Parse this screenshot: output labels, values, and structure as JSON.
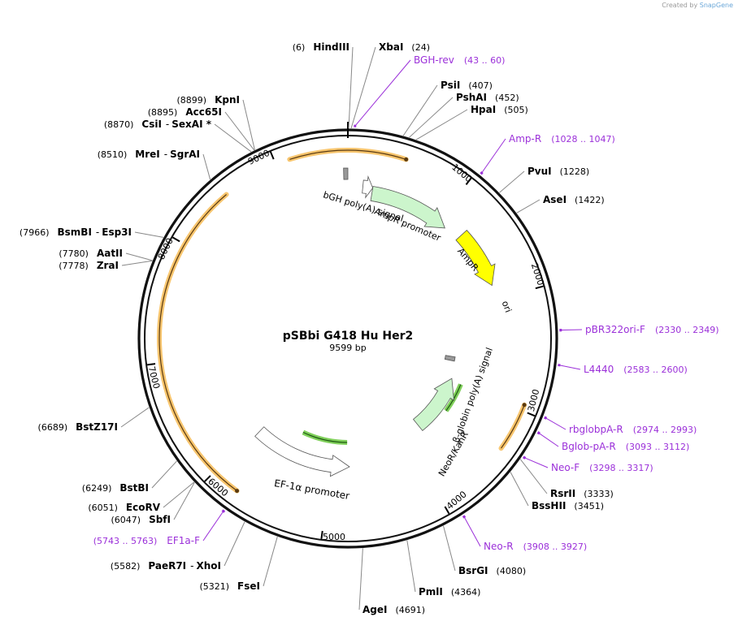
{
  "credit": {
    "prefix": "Created by",
    "brand": "SnapGene"
  },
  "plasmid": {
    "name": "pSBbi G418 Hu Her2",
    "size_label": "9599 bp",
    "total_bp": 9599
  },
  "ticks": [
    {
      "pos": 1000,
      "label": "1000"
    },
    {
      "pos": 2000,
      "label": "2000"
    },
    {
      "pos": 3000,
      "label": "3000"
    },
    {
      "pos": 4000,
      "label": "4000"
    },
    {
      "pos": 5000,
      "label": "5000"
    },
    {
      "pos": 6000,
      "label": "6000"
    },
    {
      "pos": 7000,
      "label": "7000"
    },
    {
      "pos": 8000,
      "label": "8000"
    },
    {
      "pos": 9000,
      "label": "9000"
    }
  ],
  "enzymes": [
    {
      "name": "HindIII",
      "pos_label": "(6)",
      "pos": 6
    },
    {
      "name": "XbaI",
      "pos_label": "(24)",
      "pos": 24
    },
    {
      "name": "PsiI",
      "pos_label": "(407)",
      "pos": 407
    },
    {
      "name": "PshAI",
      "pos_label": "(452)",
      "pos": 452
    },
    {
      "name": "HpaI",
      "pos_label": "(505)",
      "pos": 505
    },
    {
      "name": "PvuI",
      "pos_label": "(1228)",
      "pos": 1228
    },
    {
      "name": "AseI",
      "pos_label": "(1422)",
      "pos": 1422
    },
    {
      "name": "RsrII",
      "pos_label": "(3333)",
      "pos": 3333
    },
    {
      "name": "BssHII",
      "pos_label": "(3451)",
      "pos": 3451
    },
    {
      "name": "BsrGI",
      "pos_label": "(4080)",
      "pos": 4080
    },
    {
      "name": "PmlI",
      "pos_label": "(4364)",
      "pos": 4364
    },
    {
      "name": "AgeI",
      "pos_label": "(4691)",
      "pos": 4691
    },
    {
      "name": "FseI",
      "pos_label": "(5321)",
      "pos": 5321
    },
    {
      "name": "PaeR7I",
      "extra": "XhoI",
      "pos_label": "(5582)",
      "pos": 5582
    },
    {
      "name": "SbfI",
      "pos_label": "(6047)",
      "pos": 6047
    },
    {
      "name": "EcoRV",
      "pos_label": "(6051)",
      "pos": 6051
    },
    {
      "name": "BstBI",
      "pos_label": "(6249)",
      "pos": 6249
    },
    {
      "name": "BstZ17I",
      "pos_label": "(6689)",
      "pos": 6689
    },
    {
      "name": "ZraI",
      "pos_label": "(7778)",
      "pos": 7778
    },
    {
      "name": "AatII",
      "pos_label": "(7780)",
      "pos": 7780
    },
    {
      "name": "BsmBI",
      "extra": "Esp3I",
      "pos_label": "(7966)",
      "pos": 7966
    },
    {
      "name": "MreI",
      "extra": "SgrAI",
      "pos_label": "(8510)",
      "pos": 8510
    },
    {
      "name": "CsiI",
      "extra": "SexAI *",
      "pos_label": "(8870)",
      "pos": 8870
    },
    {
      "name": "Acc65I",
      "pos_label": "(8895)",
      "pos": 8895
    },
    {
      "name": "KpnI",
      "pos_label": "(8899)",
      "pos": 8899
    }
  ],
  "primers": [
    {
      "name": "BGH-rev",
      "range": "(43 .. 60)",
      "start": 43,
      "end": 60
    },
    {
      "name": "Amp-R",
      "range": "(1028 .. 1047)",
      "start": 1028,
      "end": 1047
    },
    {
      "name": "pBR322ori-F",
      "range": "(2330 .. 2349)",
      "start": 2330,
      "end": 2349
    },
    {
      "name": "L4440",
      "range": "(2583 .. 2600)",
      "start": 2583,
      "end": 2600
    },
    {
      "name": "rbglobpA-R",
      "range": "(2974 .. 2993)",
      "start": 2974,
      "end": 2993
    },
    {
      "name": "Bglob-pA-R",
      "range": "(3093 .. 3112)",
      "start": 3093,
      "end": 3112
    },
    {
      "name": "Neo-F",
      "range": "(3298 .. 3317)",
      "start": 3298,
      "end": 3317
    },
    {
      "name": "Neo-R",
      "range": "(3908 .. 3927)",
      "start": 3908,
      "end": 3927
    },
    {
      "name": "EF1a-F",
      "range": "(5743 .. 5763)",
      "start": 5743,
      "end": 5763
    }
  ],
  "features": [
    {
      "name": "bGH poly(A) signal",
      "type": "terminator",
      "start": 9560,
      "end": 9599,
      "color": "#999999"
    },
    {
      "name": "AmpR promoter",
      "type": "promoter",
      "start": 150,
      "end": 250,
      "color": "#ffffff"
    },
    {
      "name": "AmpR",
      "type": "cds",
      "start": 250,
      "end": 1100,
      "color": "#ccf5cc"
    },
    {
      "name": "ori",
      "type": "rep_origin",
      "start": 1270,
      "end": 1860,
      "color": "#ffff00"
    },
    {
      "name": "β-globin poly(A) signal",
      "type": "terminator",
      "start": 2660,
      "end": 2720,
      "color": "#999999"
    },
    {
      "name": "NeoR/KanR",
      "type": "cds",
      "start": 2960,
      "end": 3760,
      "color": "#ccf5cc"
    },
    {
      "name": "EF-1α promoter",
      "type": "promoter",
      "start": 4780,
      "end": 5960,
      "color": "#ffffff"
    }
  ],
  "inner_arcs": [
    {
      "start": 2950,
      "end": 3350,
      "dir": "rev",
      "color": "#f7c56e"
    },
    {
      "start": 9120,
      "end": 480,
      "dir": "fwd",
      "color": "#f7c56e"
    },
    {
      "start": 5760,
      "end": 8530,
      "dir": "rev",
      "color": "#f7c56e"
    }
  ],
  "green_arcs": [
    {
      "start": 4810,
      "end": 5480,
      "dir": "fwd",
      "color": "#7fcf5a"
    },
    {
      "start": 2990,
      "end": 3370,
      "dir": "rev",
      "color": "#7fcf5a"
    }
  ],
  "colors": {
    "primer": "#9b30d9",
    "backbone": "#111111",
    "leader": "#888888"
  }
}
